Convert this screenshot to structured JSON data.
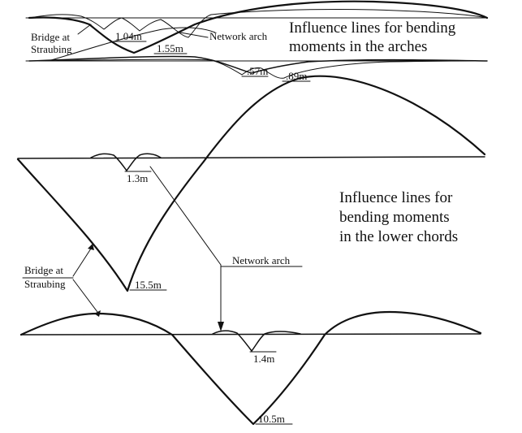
{
  "top_panel": {
    "caption_line1": "Influence lines for bending",
    "caption_line2": "moments in the arches",
    "bridge_label_line1": "Bridge at",
    "bridge_label_line2": "Straubing",
    "network_arch_label": "Network arch",
    "value_1": "1.04m",
    "value_2": "1.55m",
    "value_3": ".57m",
    "value_4": ".89m"
  },
  "lower_panel": {
    "caption_line1": "Influence lines for",
    "caption_line2": "bending moments",
    "caption_line3": "in the lower chords",
    "bridge_label_line1": "Bridge at",
    "bridge_label_line2": "Straubing",
    "network_arch_label": "Network arch",
    "value_upper_network": "1.3m",
    "value_upper_straubing": "15.5m",
    "value_lower_network": "1.4m",
    "value_lower_straubing": "10.5m"
  },
  "colors": {
    "ink": "#111111",
    "paper": "#ffffff"
  }
}
